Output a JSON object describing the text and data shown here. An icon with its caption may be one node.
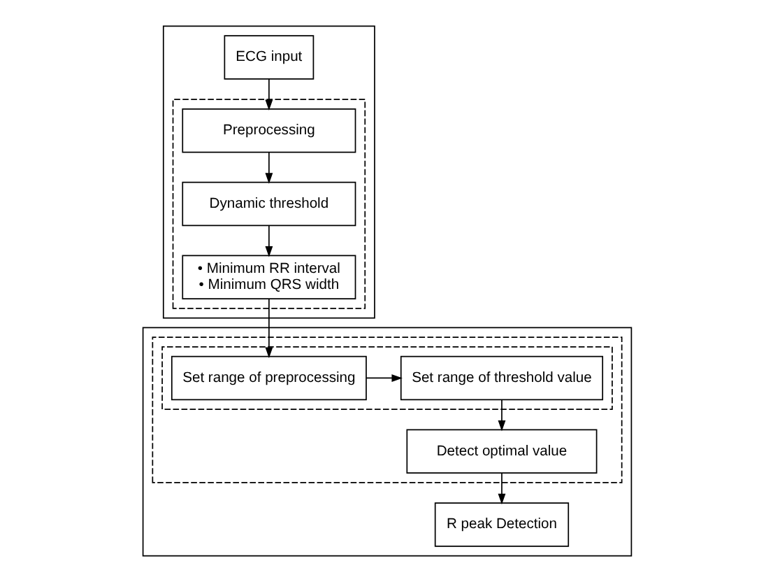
{
  "diagram": {
    "nodes": [
      {
        "text": [],
        "shape": "box"
      },
      {
        "text": [
          "ECG input"
        ],
        "in": 0
      },
      {
        "text": [],
        "shape": "box",
        "in": 0
      },
      {
        "text": [
          "Preprocessing"
        ],
        "in": 2
      },
      {
        "text": [
          "Dynamic threshold"
        ],
        "in": 2
      },
      {
        "text": [
          "• Minimum RR interval",
          "• Minimum QRS width"
        ],
        "in": 2
      },
      {
        "text": [],
        "shape": "box"
      },
      {
        "text": [
          "R peak Detection"
        ],
        "in": 6
      },
      {
        "text": [],
        "shape": "box",
        "in": 6
      },
      {
        "text": [],
        "shape": "box",
        "in": 8
      },
      {
        "text": [
          "Set range of preprocessing"
        ],
        "in": 9
      },
      {
        "text": [
          "Set range of threshold value"
        ],
        "in": 9
      },
      {
        "text": [
          "Detect optimal value"
        ],
        "in": 8
      }
    ],
    "edges": [
      {
        "from": 1,
        "to": 3,
        "arrow": "to"
      },
      {
        "from": 3,
        "to": 4,
        "arrow": "to"
      },
      {
        "from": 4,
        "to": 5,
        "arrow": "to"
      },
      {
        "from": 5,
        "to": 10,
        "arrow": "to"
      },
      {
        "from": 10,
        "to": 11,
        "arrow": "to"
      },
      {
        "from": 11,
        "to": 12,
        "arrow": "to"
      },
      {
        "from": 12,
        "to": 7,
        "arrow": "to"
      }
    ]
  }
}
